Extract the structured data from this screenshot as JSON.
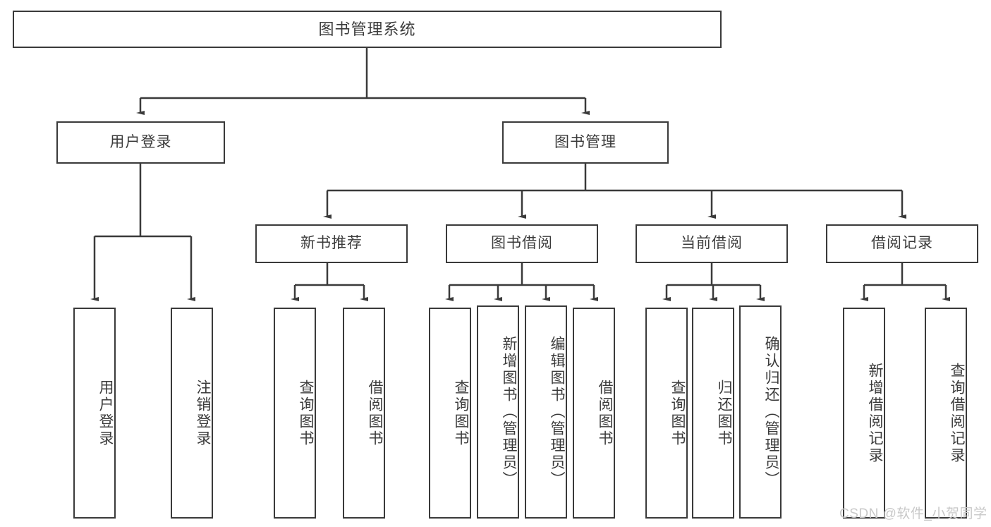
{
  "diagram": {
    "title": "图书管理系统",
    "type": "功能结构图",
    "stroke_color": "#3a3a3a",
    "text_color": "#3b3b3b",
    "background": "#ffffff"
  },
  "nodes": {
    "root": {
      "label": "图书管理系统"
    },
    "level1": [
      {
        "label": "用户登录"
      },
      {
        "label": "图书管理"
      }
    ],
    "level2": [
      {
        "label": "新书推荐"
      },
      {
        "label": "图书借阅"
      },
      {
        "label": "当前借阅"
      },
      {
        "label": "借阅记录"
      }
    ],
    "leaves": {
      "user_login": [
        {
          "label": "用户登录"
        },
        {
          "label": "注销登录"
        }
      ],
      "new_book": [
        {
          "label": "查询图书"
        },
        {
          "label": "借阅图书"
        }
      ],
      "book_borrow": [
        {
          "label": "查询图书"
        },
        {
          "label": "新增图书（管理员）"
        },
        {
          "label": "编辑图书（管理员）"
        },
        {
          "label": "借阅图书"
        }
      ],
      "current_borrow": [
        {
          "label": "查询图书"
        },
        {
          "label": "归还图书"
        },
        {
          "label": "确认归还（管理员）"
        }
      ],
      "borrow_record": [
        {
          "label": "新增借阅记录"
        },
        {
          "label": "查询借阅记录"
        }
      ]
    }
  },
  "watermark": {
    "text": "CSDN @软件_小贺同学"
  }
}
